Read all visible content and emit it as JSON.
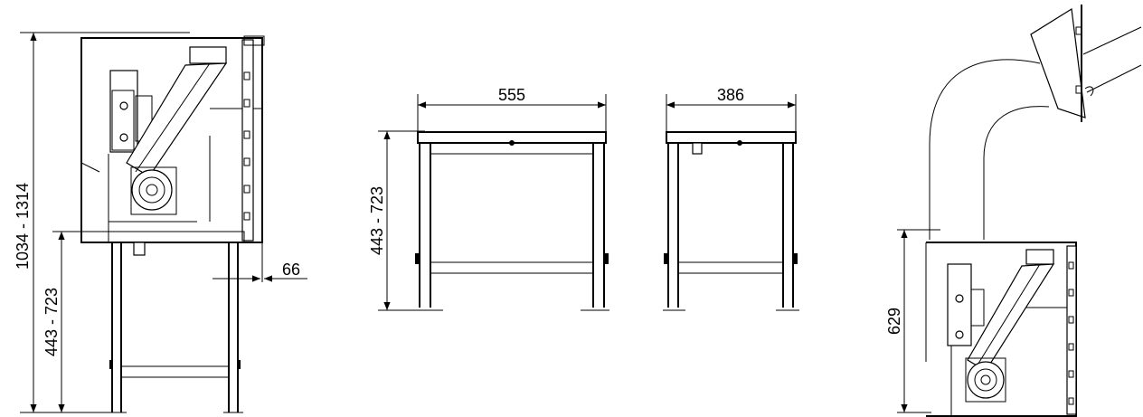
{
  "views": {
    "side_left": {
      "height_total": "1034 - 1314",
      "height_stand": "443 - 723",
      "offset": "66"
    },
    "front_stand": {
      "width": "555",
      "height": "443 - 723"
    },
    "side_stand": {
      "width": "386"
    },
    "side_right": {
      "height": "629"
    }
  },
  "colors": {
    "line": "#000000",
    "background": "#ffffff"
  }
}
